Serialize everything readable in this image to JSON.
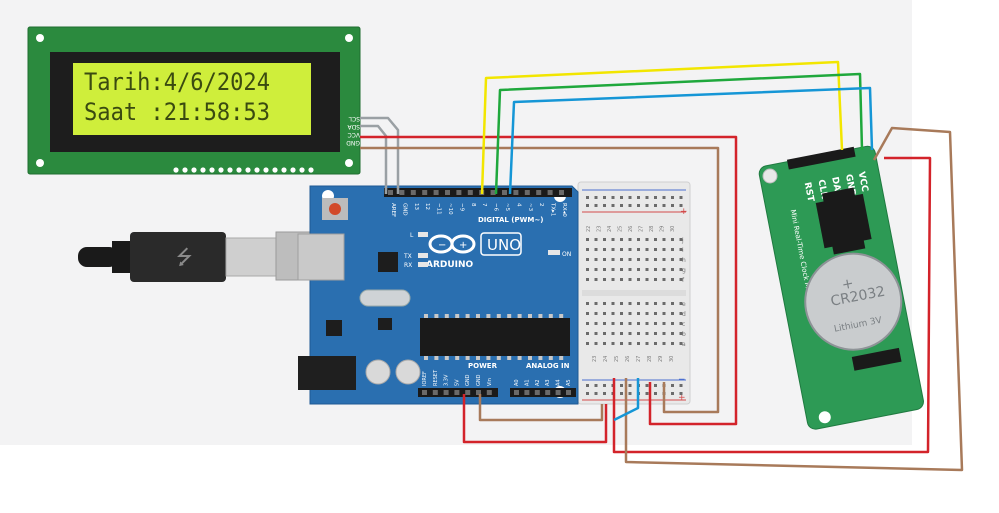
{
  "lcd": {
    "line1": "Tarih:4/6/2024",
    "line2": "Saat :21:58:53",
    "pins": [
      "SCL",
      "SDA",
      "VCC",
      "GND"
    ]
  },
  "arduino": {
    "brand": "ARDUINO",
    "model": "UNO",
    "digital_header": "DIGITAL (PWM~)",
    "digital_pins": [
      "AREF",
      "GND",
      "13",
      "12",
      "~11",
      "~10",
      "~9",
      "8",
      "7",
      "~6",
      "~5",
      "4",
      "~3",
      "2",
      "TX▸1",
      "RX◂0"
    ],
    "power_label": "POWER",
    "analog_label": "ANALOG IN",
    "power_pins": [
      "IOREF",
      "RESET",
      "3.3V",
      "5V",
      "GND",
      "GND",
      "Vin"
    ],
    "analog_pins": [
      "A0",
      "A1",
      "A2",
      "A3",
      "A4",
      "A5"
    ],
    "led_l": "L",
    "led_tx": "TX",
    "led_rx": "RX",
    "led_on": "ON"
  },
  "breadboard": {
    "top_numbers": [
      "22",
      "23",
      "24",
      "25",
      "26",
      "27",
      "28",
      "29",
      "30"
    ],
    "bottom_numbers": [
      "23",
      "24",
      "25",
      "26",
      "27",
      "28",
      "29",
      "30"
    ],
    "rows_top": [
      "j",
      "i",
      "h",
      "g",
      "f"
    ],
    "rows_bottom": [
      "e",
      "d",
      "c",
      "b",
      "a"
    ],
    "plus": "+",
    "minus": "−"
  },
  "rtc": {
    "pins": [
      "VCC",
      "GND",
      "DAT",
      "CLK",
      "RST"
    ],
    "title": "Mini Real-Time Clock Module - 2",
    "battery": "CR2032",
    "battery_sub": "Lithium 3V"
  },
  "colors": {
    "yellow": "#f2e600",
    "green": "#1fa83c",
    "blue": "#1596d6",
    "red": "#d3232a",
    "brown": "#a87a5a",
    "gray": "#9aa0a4",
    "board": "#2a6fb0",
    "lcd_bg": "#cfee3b"
  }
}
